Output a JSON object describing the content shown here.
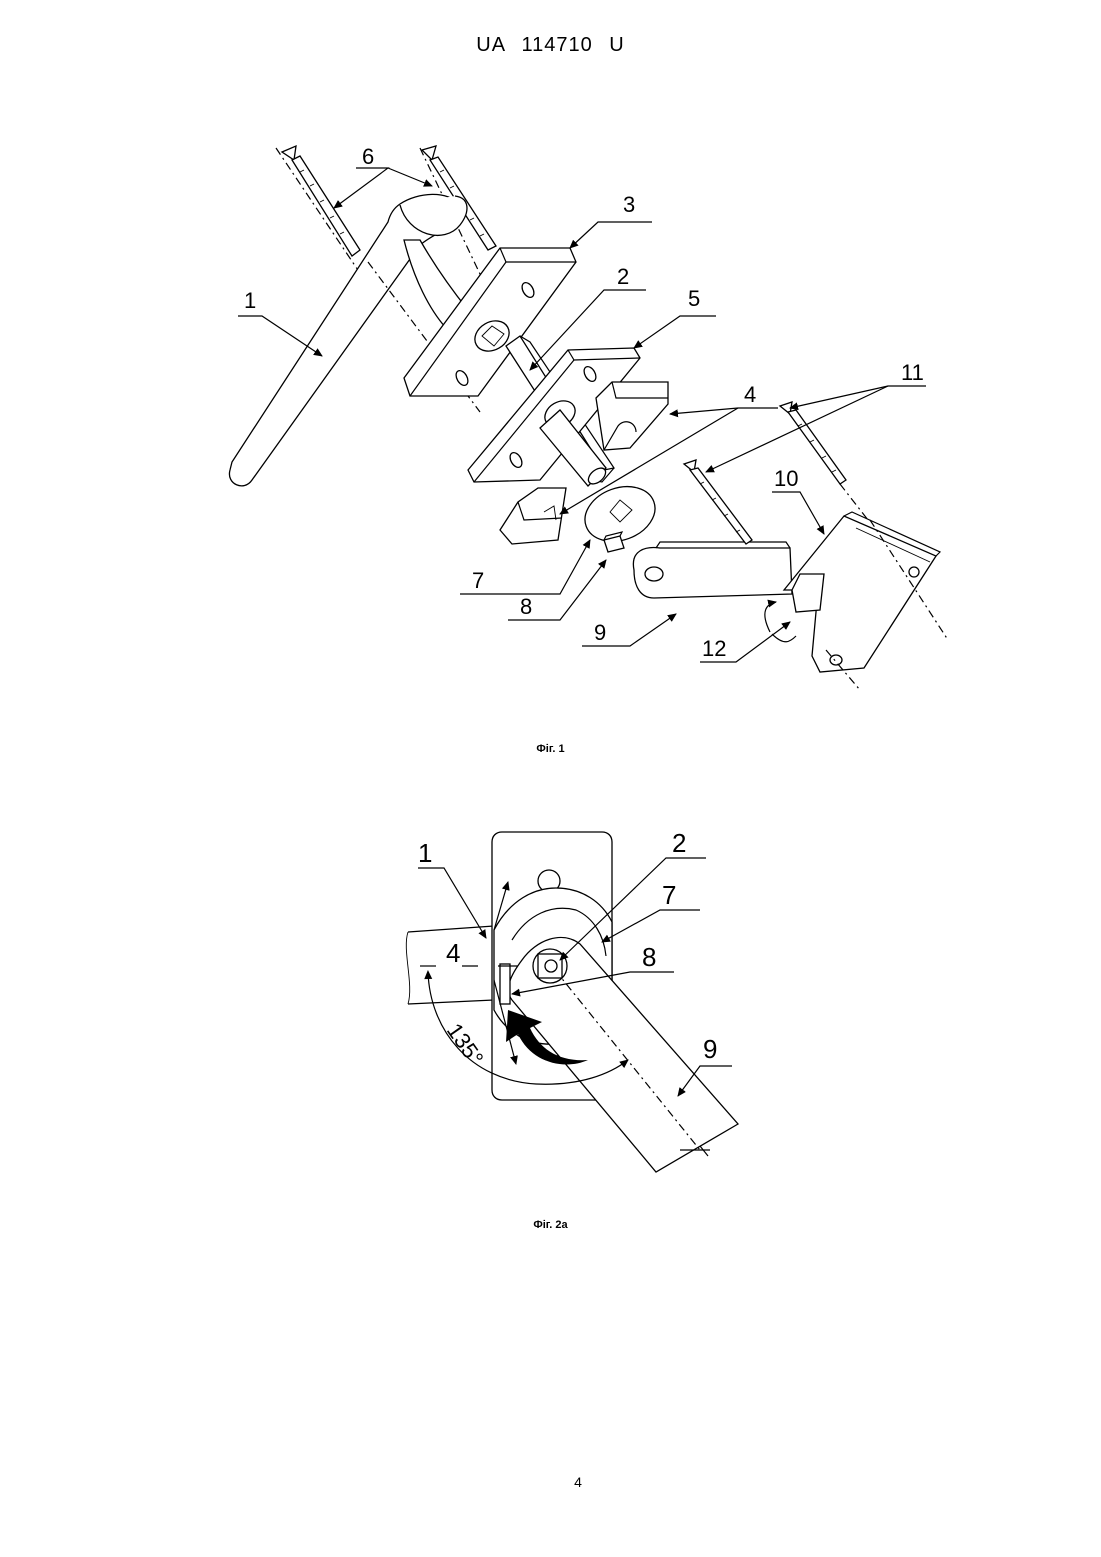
{
  "document": {
    "header": "UA 114710 U",
    "page_number": "4"
  },
  "figure1": {
    "caption": "Фіг. 1",
    "labels": {
      "l1": "1",
      "l2": "2",
      "l3": "3",
      "l4": "4",
      "l5": "5",
      "l6": "6",
      "l7": "7",
      "l8": "8",
      "l9": "9",
      "l10": "10",
      "l11": "11",
      "l12": "12"
    }
  },
  "figure2a": {
    "caption": "Фіг. 2а",
    "labels": {
      "l1": "1",
      "l2": "2",
      "l4": "4",
      "l7": "7",
      "l8": "8",
      "l9": "9",
      "angle": "135°"
    }
  }
}
